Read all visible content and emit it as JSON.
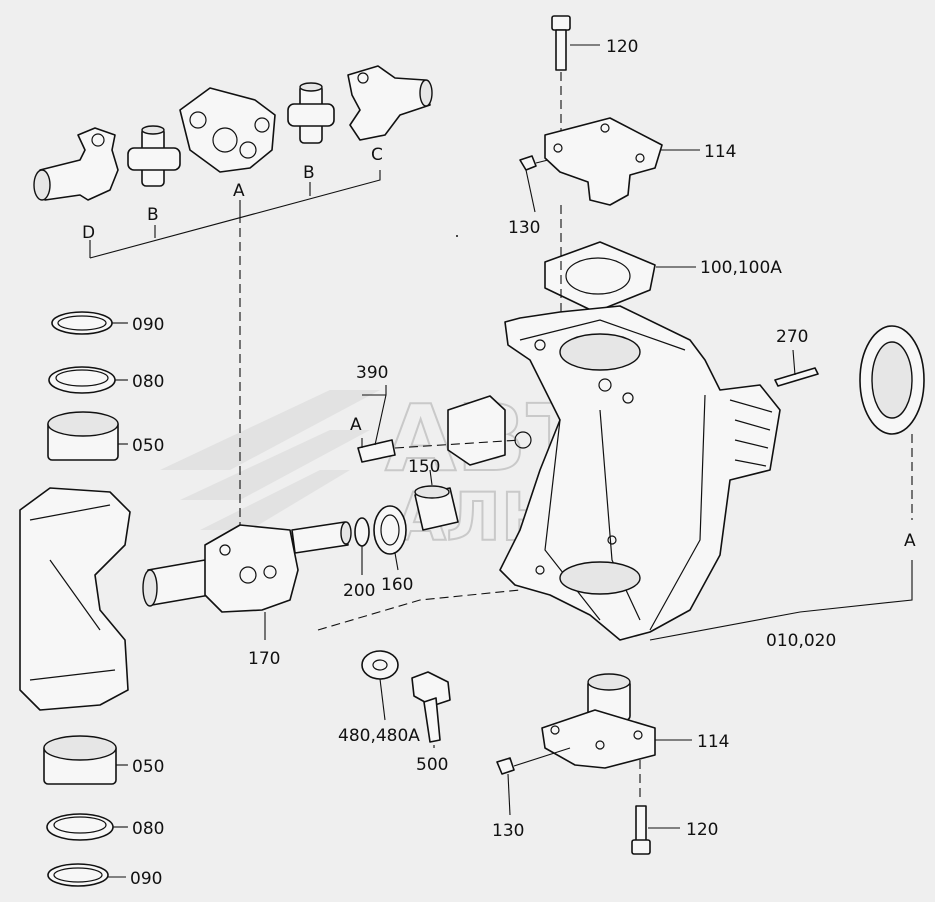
{
  "watermark": {
    "line1": "АВТО",
    "line2": "АЛЬЯНС"
  },
  "labels": {
    "p120_top": "120",
    "p114_top": "114",
    "p130_top": "130",
    "p100": "100,100A",
    "p270": "270",
    "p090_top": "090",
    "p080_top": "080",
    "p050_top": "050",
    "p390": "390",
    "pA_390": "A",
    "p150": "150",
    "p200": "200",
    "p160": "160",
    "p170": "170",
    "pA_right": "A",
    "p010": "010,020",
    "p480": "480,480A",
    "p500": "500",
    "p114_bot": "114",
    "p130_bot": "130",
    "p120_bot": "120",
    "p050_bot": "050",
    "p080_bot": "080",
    "p090_bot": "090",
    "D": "D",
    "B1": "B",
    "A_top": "A",
    "B2": "B",
    "C": "C"
  },
  "colors": {
    "background": "#efefef",
    "ink": "#111111",
    "watermark": "#c9c9c9"
  }
}
